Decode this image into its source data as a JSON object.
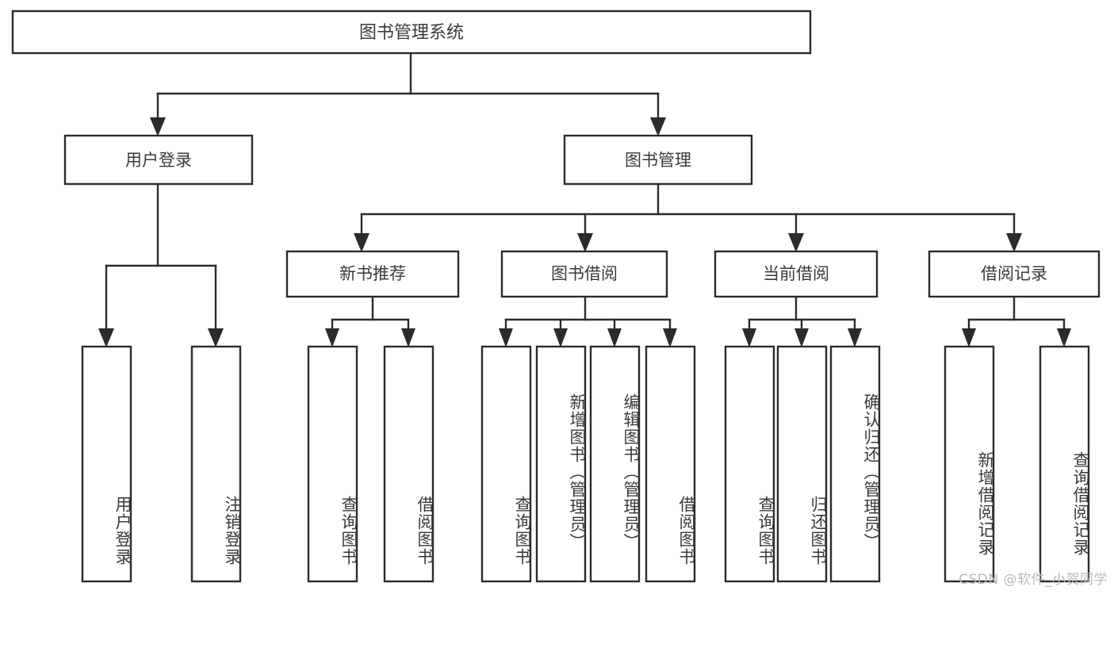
{
  "diagram": {
    "type": "tree",
    "title": "图书管理系统",
    "watermark": "CSDN @软件_小贺同学",
    "colors": {
      "stroke": "#2b2b2b",
      "box_fill": "#ffffff",
      "text": "#3a3a3a",
      "background": "#ffffff",
      "watermark": "#b9b9b9"
    },
    "levels": {
      "root": {
        "label": "图书管理系统"
      },
      "level2": [
        {
          "id": "user-login",
          "label": "用户登录"
        },
        {
          "id": "book-management",
          "label": "图书管理"
        }
      ],
      "level3": [
        {
          "id": "new-book-recommend",
          "label": "新书推荐",
          "parent": "book-management"
        },
        {
          "id": "book-borrow",
          "label": "图书借阅",
          "parent": "book-management"
        },
        {
          "id": "current-borrow",
          "label": "当前借阅",
          "parent": "book-management"
        },
        {
          "id": "borrow-record",
          "label": "借阅记录",
          "parent": "book-management"
        }
      ],
      "leaves": [
        {
          "id": "leaf-user-login",
          "label": "用户登录",
          "parent": "user-login"
        },
        {
          "id": "leaf-logout-login",
          "label": "注销登录",
          "parent": "user-login"
        },
        {
          "id": "leaf-query-book-1",
          "label": "查询图书",
          "parent": "new-book-recommend"
        },
        {
          "id": "leaf-borrow-book-1",
          "label": "借阅图书",
          "parent": "new-book-recommend"
        },
        {
          "id": "leaf-query-book-2",
          "label": "查询图书",
          "parent": "book-borrow"
        },
        {
          "id": "leaf-add-book",
          "label": "新增图书（管理员）",
          "parent": "book-borrow"
        },
        {
          "id": "leaf-edit-book",
          "label": "编辑图书（管理员）",
          "parent": "book-borrow"
        },
        {
          "id": "leaf-borrow-book-2",
          "label": "借阅图书",
          "parent": "book-borrow"
        },
        {
          "id": "leaf-query-book-3",
          "label": "查询图书",
          "parent": "current-borrow"
        },
        {
          "id": "leaf-return-book",
          "label": "归还图书",
          "parent": "current-borrow"
        },
        {
          "id": "leaf-confirm-return",
          "label": "确认归还（管理员）",
          "parent": "current-borrow"
        },
        {
          "id": "leaf-add-record",
          "label": "新增借阅记录",
          "parent": "borrow-record"
        },
        {
          "id": "leaf-query-record",
          "label": "查询借阅记录",
          "parent": "borrow-record"
        }
      ]
    }
  }
}
